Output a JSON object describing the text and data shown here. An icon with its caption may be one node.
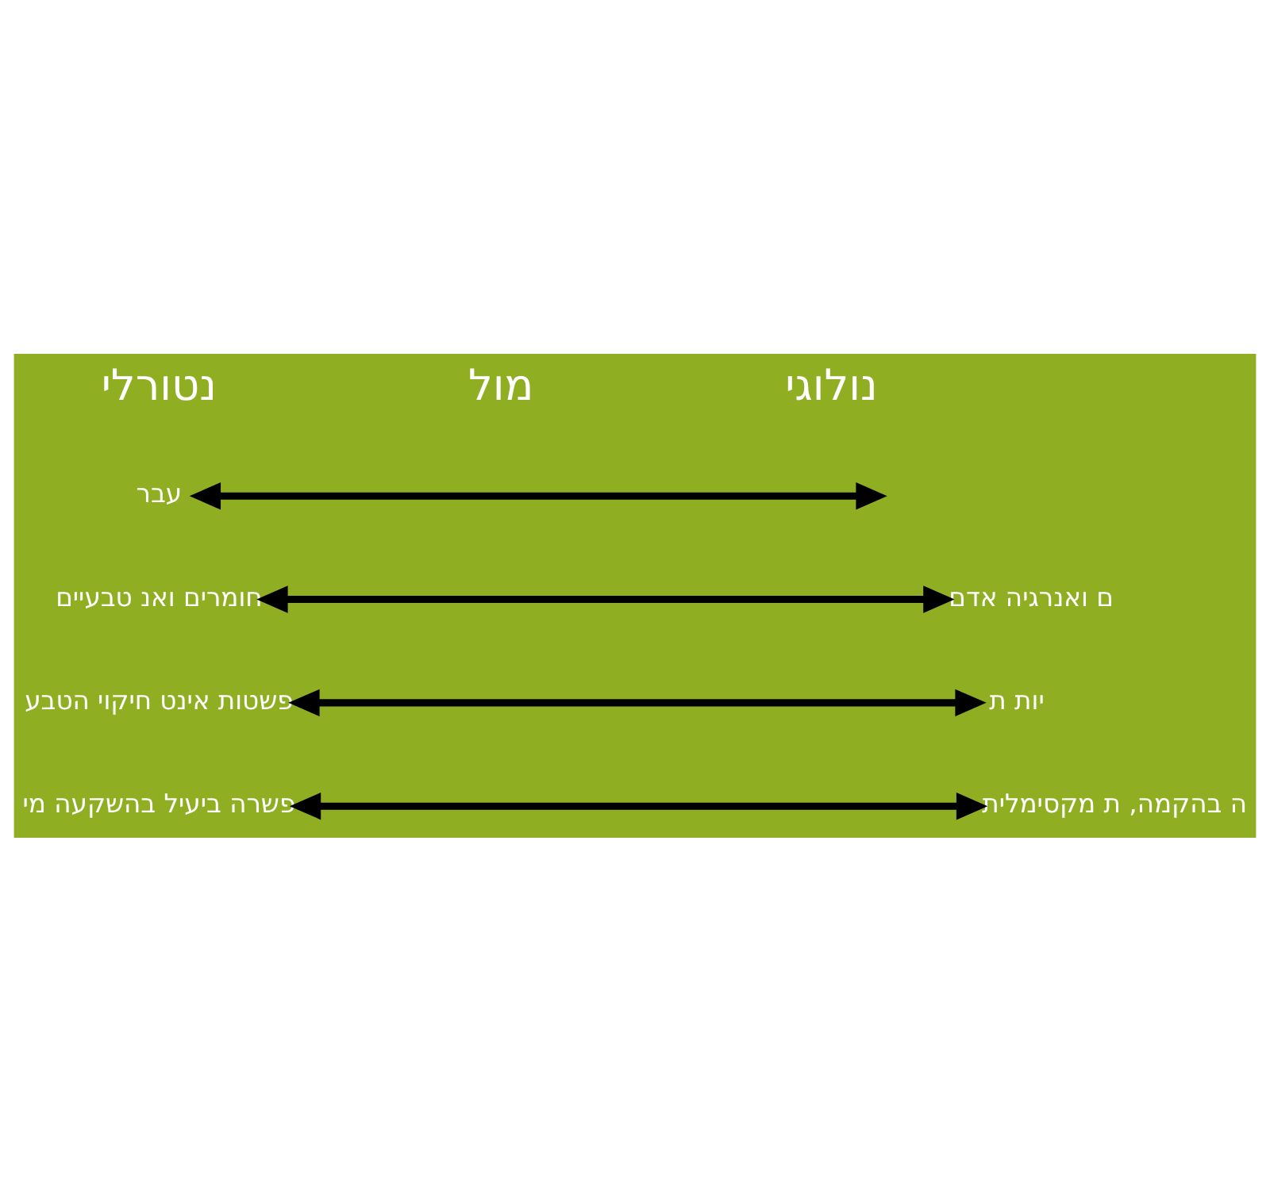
{
  "diagram": {
    "nodes": [
      {
        "text": [
          "עבר"
        ]
      },
      {
        "text": [
          "חומרים ואנ טבעיים"
        ]
      },
      {
        "text": [
          "פשטות אינט חיקוי הטבע"
        ]
      },
      {
        "text": [
          "פשרה ביעיל בהשקעה מי"
        ]
      },
      {
        "text": [
          "ם ואנרגיה אדם"
        ]
      },
      {
        "text": [
          "יות ת"
        ]
      },
      {
        "text": [
          "ה בהקמה, ת מקסימלית"
        ]
      }
    ],
    "edges": [
      {
        "from": 0,
        "to": null,
        "arrow": "both"
      },
      {
        "from": 1,
        "to": 4,
        "arrow": "both"
      },
      {
        "from": 2,
        "to": 5,
        "arrow": "both"
      },
      {
        "from": 3,
        "to": 6,
        "arrow": "both"
      }
    ],
    "labels": [
      "נטורלי",
      "מול",
      "נולוגי"
    ]
  }
}
